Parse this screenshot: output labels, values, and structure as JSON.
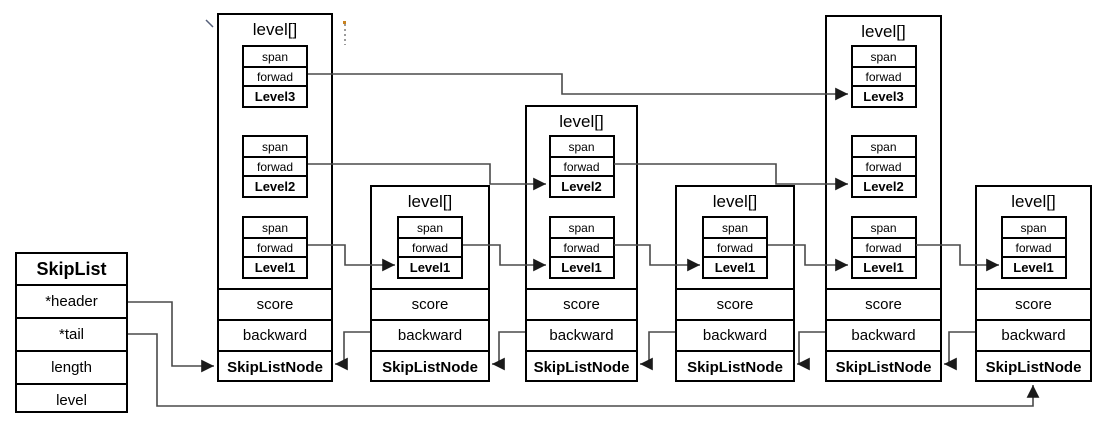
{
  "skiplist": {
    "title": "SkipList",
    "fields": [
      "*header",
      "*tail",
      "length",
      "level"
    ]
  },
  "labels": {
    "level_array": "level[]",
    "span": "span",
    "forward": "forwad",
    "score": "score",
    "backward": "backward",
    "node_type": "SkipListNode"
  },
  "nodes": [
    {
      "levels": [
        "Level3",
        "Level2",
        "Level1"
      ]
    },
    {
      "levels": [
        "Level1"
      ]
    },
    {
      "levels": [
        "Level2",
        "Level1"
      ]
    },
    {
      "levels": [
        "Level1"
      ]
    },
    {
      "levels": [
        "Level3",
        "Level2",
        "Level1"
      ]
    },
    {
      "levels": [
        "Level1"
      ]
    }
  ],
  "connections": {
    "header_to": "node1.SkipListNode",
    "tail_to": "node6.SkipListNode",
    "forward_level3": [
      "node1->node5"
    ],
    "forward_level2": [
      "node1->node3",
      "node3->node5"
    ],
    "forward_level1": [
      "node1->node2",
      "node2->node3",
      "node3->node4",
      "node4->node5",
      "node5->node6"
    ],
    "backward": [
      "node2->node1",
      "node3->node2",
      "node4->node3",
      "node5->node4",
      "node6->node5"
    ]
  },
  "colors": {
    "line": "#4a4a4a",
    "arrowhead": "#1a1a1a",
    "border": "#000000"
  }
}
